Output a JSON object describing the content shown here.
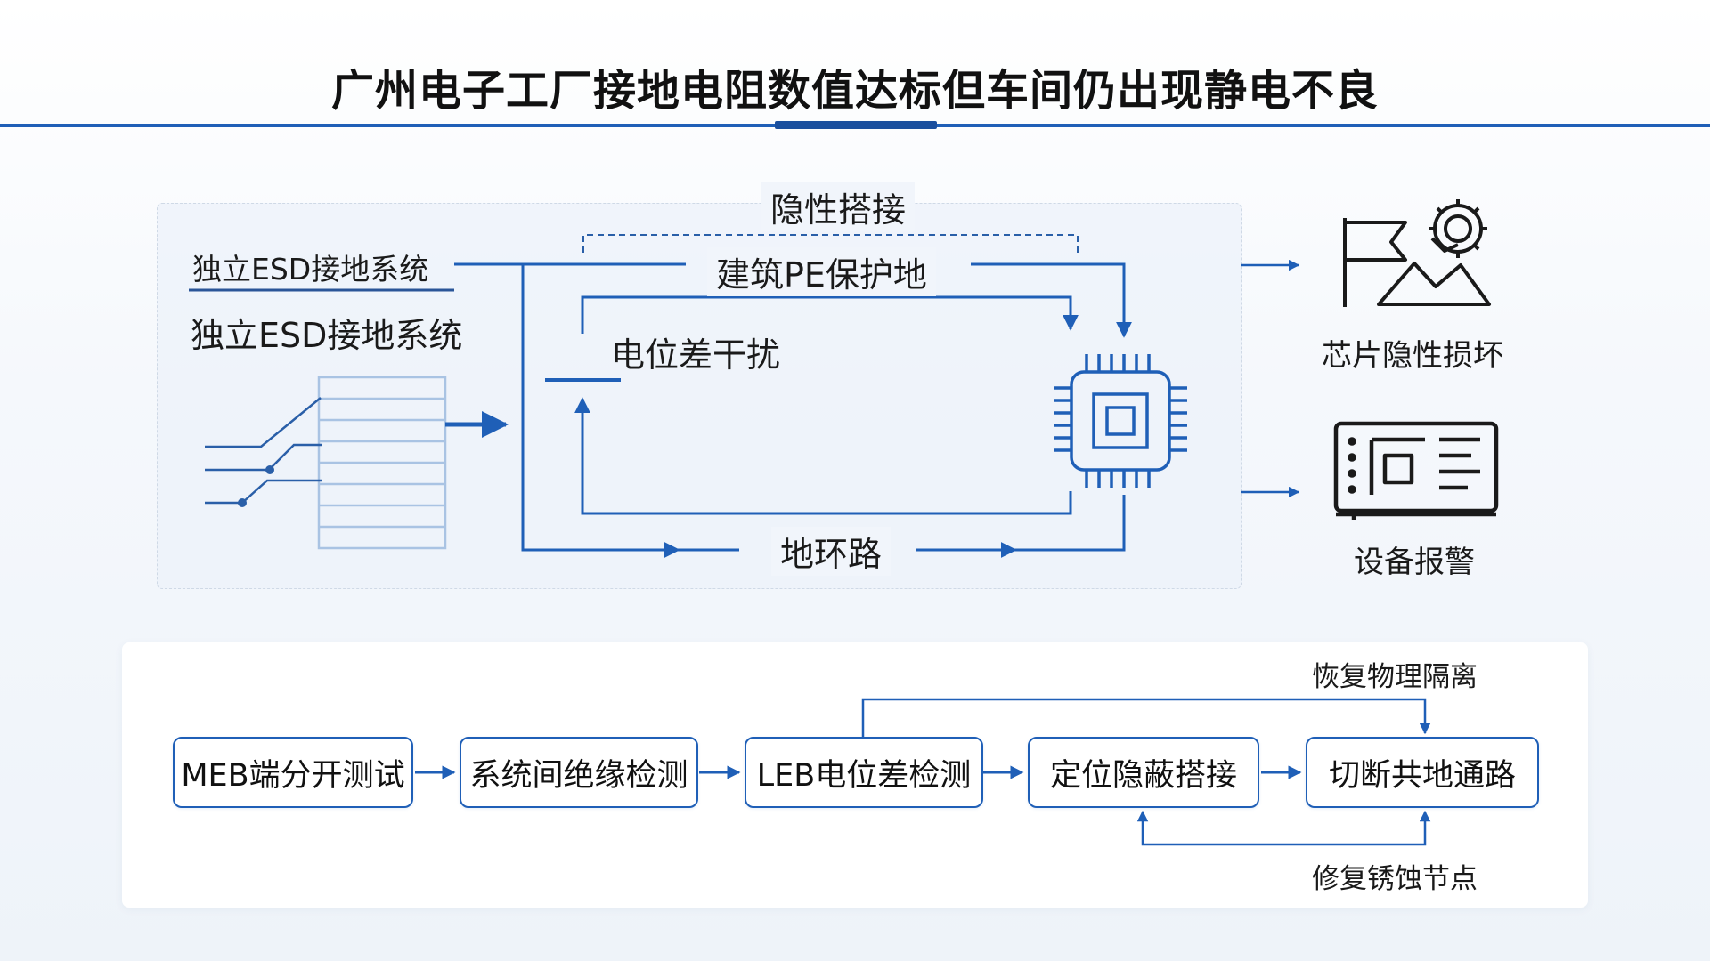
{
  "title": "广州电子工厂接地电阻数值达标但车间仍出现静电不良",
  "diagram": {
    "esd_label_1": "独立ESD接地系统",
    "esd_label_2": "独立ESD接地系统",
    "hidden_bond_label": "隐性搭接",
    "pe_ground_label": "建筑PE保护地",
    "potential_interference_label": "电位差干扰",
    "ground_loop_label": "地环路",
    "chip_icon": "cpu-chip-icon",
    "flag_gear_icon": "flag-gear-icon",
    "alarm_monitor_icon": "alarm-monitor-icon"
  },
  "outcomes": [
    {
      "label": "芯片隐性损坏",
      "icon": "flag-gear-icon"
    },
    {
      "label": "设备报警",
      "icon": "alarm-monitor-icon"
    }
  ],
  "process": {
    "steps": [
      "MEB端分开测试",
      "系统间绝缘检测",
      "LEB电位差检测",
      "定位隐蔽搭接",
      "切断共地通路"
    ],
    "feedback_top_label": "恢复物理隔离",
    "feedback_bottom_label": "修复锈蚀节点"
  },
  "colors": {
    "accent": "#1f5fb7",
    "dark_accent": "#1a4f9e",
    "text": "#111111"
  }
}
